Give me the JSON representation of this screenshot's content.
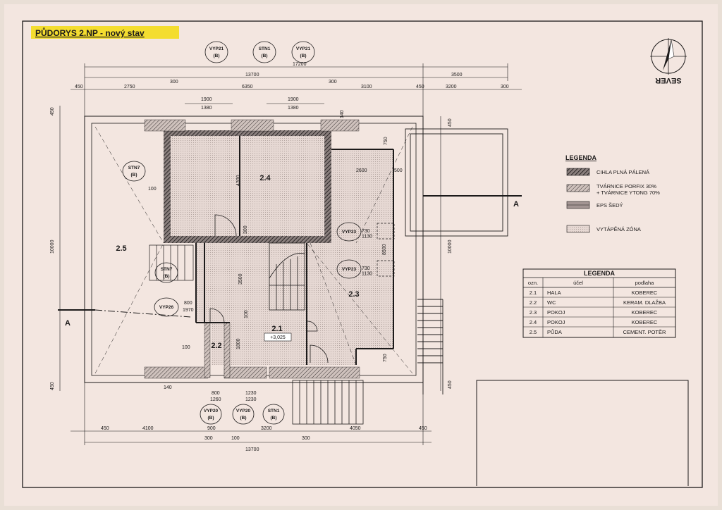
{
  "title": "PŮDORYS 2.NP - nový stav",
  "north_label": "SEVER",
  "section_marker": "A",
  "rooms": [
    {
      "id": "2.1",
      "label": "2.1",
      "elevation": "+3,025"
    },
    {
      "id": "2.2",
      "label": "2.2"
    },
    {
      "id": "2.3",
      "label": "2.3"
    },
    {
      "id": "2.4",
      "label": "2.4"
    },
    {
      "id": "2.5",
      "label": "2.5"
    }
  ],
  "tags": {
    "vyp21a": {
      "code": "VYP21",
      "sub": "(B)"
    },
    "stn1a": {
      "code": "STN1",
      "sub": "(B)"
    },
    "vyp21b": {
      "code": "VYP21",
      "sub": "(B)"
    },
    "stn7a": {
      "code": "STN7",
      "sub": "(B)"
    },
    "stn7b": {
      "code": "STN7",
      "sub": "(B)"
    },
    "vyp26": {
      "code": "VYP26",
      "sub": ""
    },
    "vyp23a": {
      "code": "VYP23",
      "sub": ""
    },
    "vyp23b": {
      "code": "VYP23",
      "sub": ""
    },
    "vyp20a": {
      "code": "VYP20",
      "sub": "(B)"
    },
    "vyp20b": {
      "code": "VYP20",
      "sub": "(B)"
    },
    "stn1b": {
      "code": "STN1",
      "sub": "(B)"
    }
  },
  "dimensions": {
    "top_total": "17200",
    "top_inner": "13700",
    "top_right": "3500",
    "top_450": "450",
    "top_2750": "2750",
    "top_300a": "300",
    "top_6350": "6350",
    "top_300b": "300",
    "top_3100": "3100",
    "top_450b": "450",
    "top_3200": "3200",
    "top_300c": "300",
    "win1_w": "1900",
    "win1_h": "1380",
    "win2_w": "1900",
    "win2_h": "1380",
    "d140": "140",
    "d750a": "750",
    "d2600": "2600",
    "d500": "500",
    "d4300": "4300",
    "d100a": "100",
    "d300": "300",
    "vyp23a_dims": "730\n1130",
    "d8500": "8500",
    "vyp23b_dims": "730\n1130",
    "left_450a": "450",
    "left_10000": "10000",
    "left_450b": "450",
    "right_10000": "10000",
    "right_450a": "450",
    "right_450b": "450",
    "d3500": "3500",
    "d800": "800",
    "d1970": "1970",
    "d100b": "100",
    "d100c": "100",
    "d1800": "1800",
    "d750b": "750",
    "d140b": "140",
    "d800b": "800",
    "d1260": "1260",
    "d1230a": "1230",
    "d1230b": "1230",
    "bot_450a": "450",
    "bot_4100": "4100",
    "bot_900": "900",
    "bot_3200": "3200",
    "bot_4050": "4050",
    "bot_450b": "450",
    "bot_300a": "300",
    "bot_100": "100",
    "bot_300b": "300",
    "bot_13700": "13700"
  },
  "material_legend": {
    "title": "LEGENDA",
    "items": [
      {
        "label": "CIHLA PLNÁ PÁLENÁ"
      },
      {
        "label": "TVÁRNICE PORFIX 30%"
      },
      {
        "label": "+ TVÁRNICE YTONG 70%"
      },
      {
        "label": "EPS ŠEDÝ"
      },
      {
        "label": "VYTÁPĚNÁ ZÓNA"
      }
    ]
  },
  "room_table": {
    "title": "LEGENDA",
    "headers": [
      "ozn.",
      "účel",
      "podlaha"
    ],
    "rows": [
      [
        "2.1",
        "HALA",
        "KOBEREC"
      ],
      [
        "2.2",
        "WC",
        "KERAM. DLAŽBA"
      ],
      [
        "2.3",
        "POKOJ",
        "KOBEREC"
      ],
      [
        "2.4",
        "POKOJ",
        "KOBEREC"
      ],
      [
        "2.5",
        "PŮDA",
        "CEMENT. POTĚR"
      ]
    ]
  },
  "colors": {
    "paper": "#f3e6e0",
    "ink": "#1c1a1a",
    "highlight": "#f4dd2f",
    "wall_fill": "#5a5150",
    "heated_fill": "#e3d4cf"
  }
}
